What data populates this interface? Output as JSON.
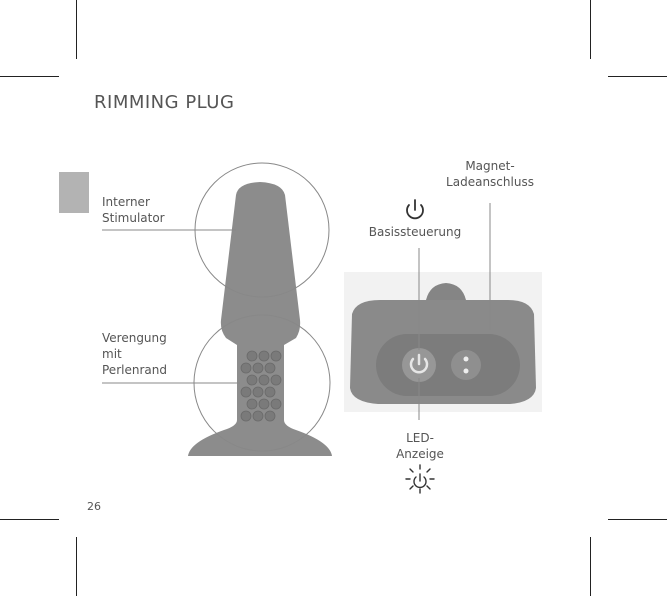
{
  "title": "RIMMING PLUG",
  "labels": {
    "internal_stimulator": [
      "Interner",
      "Stimulator"
    ],
    "narrowing": [
      "Verengung",
      "mit",
      "Perlenrand"
    ],
    "magnet_charging": [
      "Magnet-",
      "Ladeanschluss"
    ],
    "base_control": "Basissteuerung",
    "led": [
      "LED-",
      "Anzeige"
    ]
  },
  "page_number": "26",
  "icons": [
    "power-icon",
    "sun-power-icon",
    "power-button-icon"
  ],
  "colors": {
    "text": "#555555",
    "product": "#8c8c8c",
    "tab": "#b3b3b3"
  }
}
